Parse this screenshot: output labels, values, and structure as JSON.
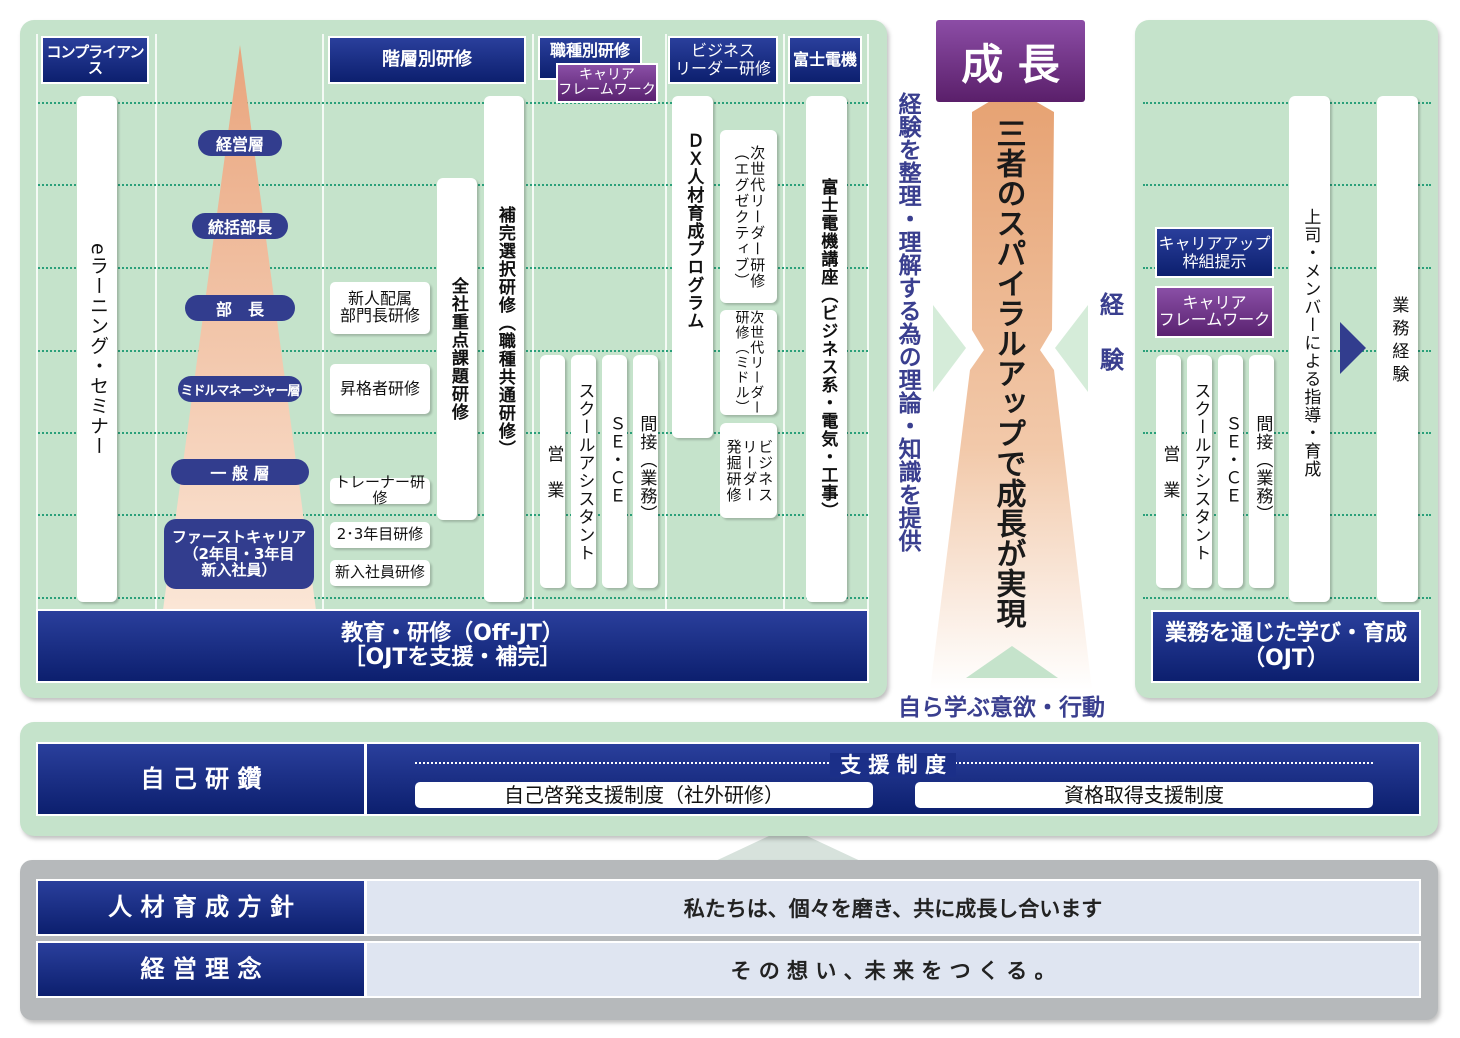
{
  "offjt": {
    "headers": {
      "compliance": "コンプライアンス",
      "tiered": "階層別研修",
      "job": "職種別研修",
      "career_fw": "キャリア\nフレームワーク",
      "biz_leader": "ビジネス\nリーダー研修",
      "fuji": "富士電機"
    },
    "elearning": "eラーニング・セミナー",
    "levels": [
      "経営層",
      "統括部長",
      "部　長",
      "ミドルマネージャー層",
      "一 般 層"
    ],
    "first_career": "ファーストキャリア\n（2年目・3年目\n新入社員）",
    "tier_items": [
      "新人配属\n部門長研修",
      "昇格者研修",
      "トレーナー研修",
      "2･3年目研修",
      "新入社員研修"
    ],
    "company_priority": "全社重点課題研修",
    "supplementary": "補完選択研修（職種共通研修）",
    "job_cols": [
      "営　業",
      "スクールアシスタント",
      "ＳＥ・ＣＥ",
      "間接（業務）"
    ],
    "dx": "ＤＸ人材育成プログラム",
    "leader_items": [
      "次世代リーダー研修\n（エグゼクティブ）",
      "次世代リーダー\n研修（ミドル）",
      "ビジネス\nリーダー\n発掘研修"
    ],
    "fuji_course": "富士電機講座（ビジネス系・電気・工事）",
    "footer_line1": "教育・研修（Off-JT）",
    "footer_line2": "［OJTを支援・補完］"
  },
  "center": {
    "growth": "成 長",
    "arrow_text": "三者のスパイラルアップで成長が実現",
    "left_text": "経験を整理・理解する為の理論・知識を提供",
    "right_text": "経\n\n験",
    "bottom_text": "自ら学ぶ意欲・行動"
  },
  "ojt": {
    "careerup": "キャリアアップ\n枠組提示",
    "career_fw": "キャリア\nフレームワーク",
    "job_cols": [
      "営　業",
      "スクールアシスタント",
      "ＳＥ・ＣＥ",
      "間接（業務）"
    ],
    "boss": "上司・メンバーによる指導・育成",
    "work_exp": "業務経験",
    "footer": "業務を通じた学び・育成\n（OJT）"
  },
  "self": {
    "label": "自 己 研 鑽",
    "support": "支 援 制 度",
    "items": [
      "自己啓発支援制度（社外研修）",
      "資格取得支援制度"
    ]
  },
  "base": {
    "policy_label": "人 材 育 成 方 針",
    "policy": "私たちは、個々を磨き、共に成長し合います",
    "philosophy_label": "経 営 理 念",
    "philosophy": "そ の 想 い 、未 来 を つ く る 。"
  }
}
